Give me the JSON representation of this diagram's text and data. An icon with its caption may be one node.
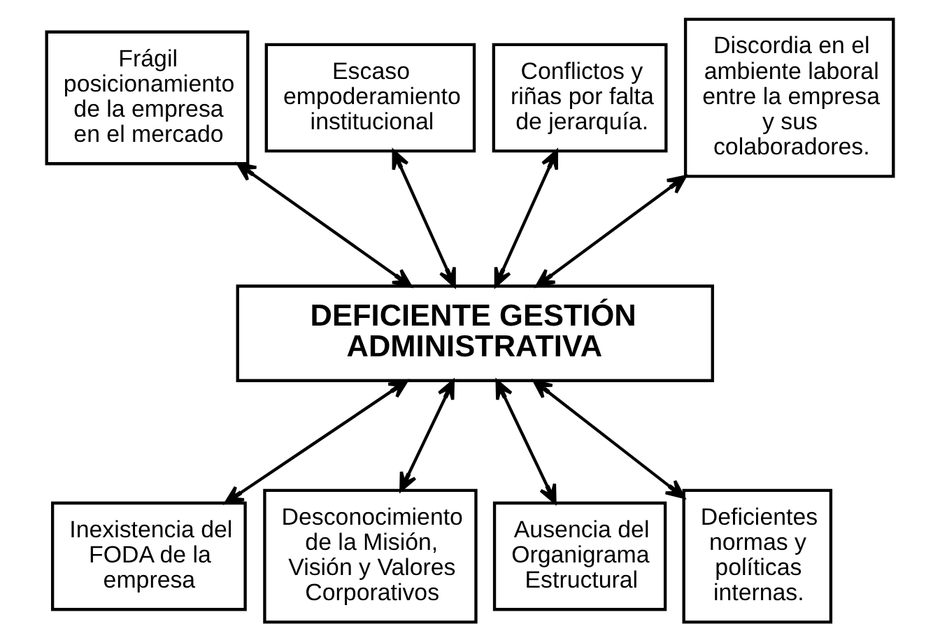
{
  "diagram": {
    "nodes": [
      {
        "text": [
          "Frágil posicionamiento de la empresa en el mercado"
        ]
      },
      {
        "text": [
          "Escaso empoderamiento institucional"
        ]
      },
      {
        "text": [
          "Conflictos y riñas por falta de jerarquía."
        ]
      },
      {
        "text": [
          "Discordia en el ambiente laboral entre la empresa y sus colaboradores."
        ]
      },
      {
        "text": [
          "DEFICIENTE GESTIÓN ADMINISTRATIVA"
        ]
      },
      {
        "text": [
          "Inexistencia del FODA de la empresa"
        ]
      },
      {
        "text": [
          "Desconocimiento de la Misión, Visión y Valores Corporativos"
        ]
      },
      {
        "text": [
          "Ausencia del Organigrama Estructural"
        ]
      },
      {
        "text": [
          "Deficientes normas y políticas internas."
        ]
      }
    ],
    "edges": [
      {
        "from": 0,
        "to": 4,
        "arrow": "both"
      },
      {
        "from": 1,
        "to": 4,
        "arrow": "both"
      },
      {
        "from": 2,
        "to": 4,
        "arrow": "both"
      },
      {
        "from": 3,
        "to": 4,
        "arrow": "both"
      },
      {
        "from": 4,
        "to": 5,
        "arrow": "both"
      },
      {
        "from": 4,
        "to": 6,
        "arrow": "both"
      },
      {
        "from": 4,
        "to": 7,
        "arrow": "both"
      },
      {
        "from": 4,
        "to": 8,
        "arrow": "both"
      }
    ]
  }
}
